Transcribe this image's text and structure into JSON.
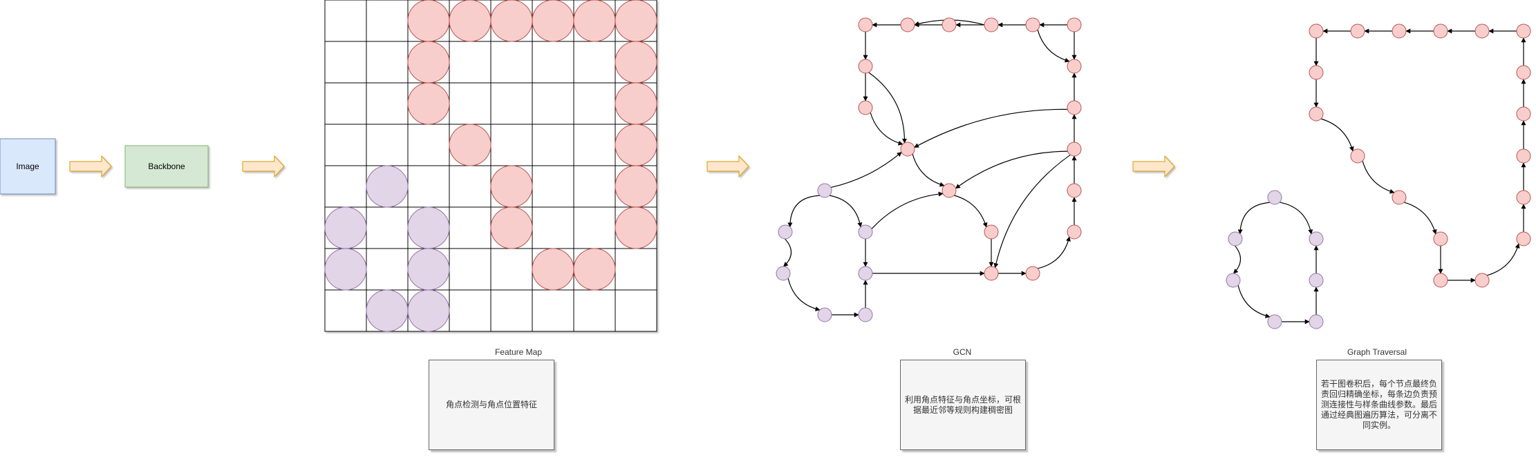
{
  "input_box": {
    "label": "Image",
    "fill": "#dae8fc",
    "stroke": "#6c8ebf"
  },
  "backbone_box": {
    "label": "Backbone",
    "fill": "#d5e8d4",
    "stroke": "#82b366"
  },
  "arrow_colors": {
    "fill": "#ffe6cc",
    "stroke": "#d79b00"
  },
  "node_colors": {
    "red_fill": "#f8cecc",
    "red_stroke": "#b85450",
    "purple_fill": "#e1d5e7",
    "purple_stroke": "#9673a6"
  },
  "feature_map": {
    "title": "Feature Map",
    "description": "角点检测与角点位置特征",
    "grid_rows": 8,
    "grid_cols": 8,
    "red_cells": [
      [
        0,
        2
      ],
      [
        0,
        3
      ],
      [
        0,
        4
      ],
      [
        0,
        5
      ],
      [
        0,
        6
      ],
      [
        0,
        7
      ],
      [
        1,
        2
      ],
      [
        1,
        7
      ],
      [
        2,
        2
      ],
      [
        2,
        7
      ],
      [
        3,
        3
      ],
      [
        3,
        7
      ],
      [
        4,
        4
      ],
      [
        4,
        7
      ],
      [
        5,
        4
      ],
      [
        5,
        7
      ],
      [
        6,
        5
      ],
      [
        6,
        6
      ]
    ],
    "purple_cells": [
      [
        4,
        1
      ],
      [
        5,
        0
      ],
      [
        5,
        2
      ],
      [
        6,
        0
      ],
      [
        6,
        2
      ],
      [
        7,
        1
      ],
      [
        7,
        2
      ]
    ]
  },
  "gcn": {
    "title": "GCN",
    "description": "利用角点特征与角点坐标，可根据最近邻等规则构建稠密图"
  },
  "graph_traversal": {
    "title": "Graph Traversal",
    "description": "若干图卷积后，每个节点最终负责回归精确坐标，每条边负责预测连接性与样条曲线参数。最后通过经典图遍历算法，可分离不同实例。"
  }
}
